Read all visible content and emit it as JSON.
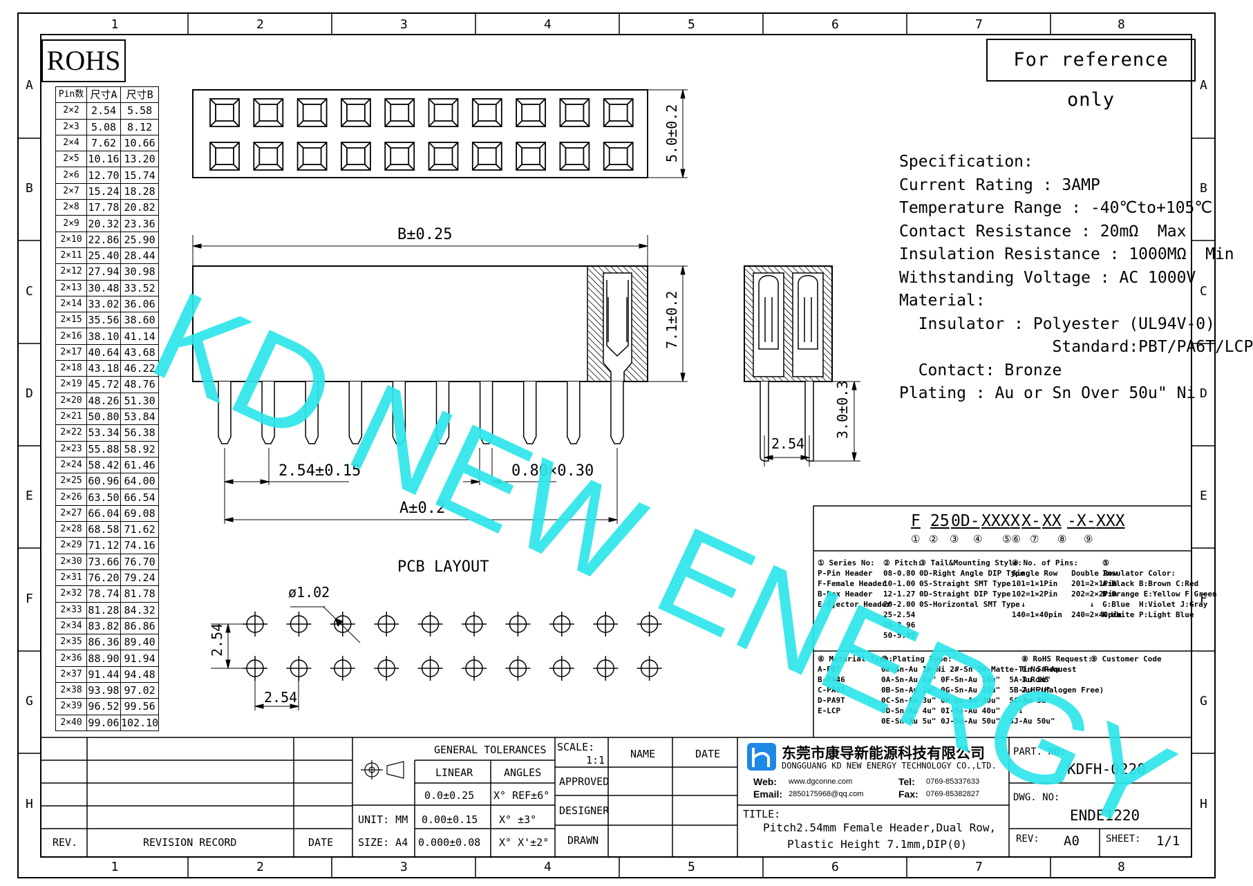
{
  "border": {
    "columns": [
      "1",
      "2",
      "3",
      "4",
      "5",
      "6",
      "7",
      "8"
    ],
    "rows": [
      "A",
      "B",
      "C",
      "D",
      "E",
      "F",
      "G",
      "H"
    ]
  },
  "rohs_label": "ROHS",
  "reference_note": "For reference only",
  "watermark": "KD NEW ENERGY",
  "pin_table": {
    "headers": [
      "Pin数",
      "尺寸A",
      "尺寸B"
    ],
    "rows": [
      [
        "2×2",
        "2.54",
        "5.58"
      ],
      [
        "2×3",
        "5.08",
        "8.12"
      ],
      [
        "2×4",
        "7.62",
        "10.66"
      ],
      [
        "2×5",
        "10.16",
        "13.20"
      ],
      [
        "2×6",
        "12.70",
        "15.74"
      ],
      [
        "2×7",
        "15.24",
        "18.28"
      ],
      [
        "2×8",
        "17.78",
        "20.82"
      ],
      [
        "2×9",
        "20.32",
        "23.36"
      ],
      [
        "2×10",
        "22.86",
        "25.90"
      ],
      [
        "2×11",
        "25.40",
        "28.44"
      ],
      [
        "2×12",
        "27.94",
        "30.98"
      ],
      [
        "2×13",
        "30.48",
        "33.52"
      ],
      [
        "2×14",
        "33.02",
        "36.06"
      ],
      [
        "2×15",
        "35.56",
        "38.60"
      ],
      [
        "2×16",
        "38.10",
        "41.14"
      ],
      [
        "2×17",
        "40.64",
        "43.68"
      ],
      [
        "2×18",
        "43.18",
        "46.22"
      ],
      [
        "2×19",
        "45.72",
        "48.76"
      ],
      [
        "2×20",
        "48.26",
        "51.30"
      ],
      [
        "2×21",
        "50.80",
        "53.84"
      ],
      [
        "2×22",
        "53.34",
        "56.38"
      ],
      [
        "2×23",
        "55.88",
        "58.92"
      ],
      [
        "2×24",
        "58.42",
        "61.46"
      ],
      [
        "2×25",
        "60.96",
        "64.00"
      ],
      [
        "2×26",
        "63.50",
        "66.54"
      ],
      [
        "2×27",
        "66.04",
        "69.08"
      ],
      [
        "2×28",
        "68.58",
        "71.62"
      ],
      [
        "2×29",
        "71.12",
        "74.16"
      ],
      [
        "2×30",
        "73.66",
        "76.70"
      ],
      [
        "2×31",
        "76.20",
        "79.24"
      ],
      [
        "2×32",
        "78.74",
        "81.78"
      ],
      [
        "2×33",
        "81.28",
        "84.32"
      ],
      [
        "2×34",
        "83.82",
        "86.86"
      ],
      [
        "2×35",
        "86.36",
        "89.40"
      ],
      [
        "2×36",
        "88.90",
        "91.94"
      ],
      [
        "2×37",
        "91.44",
        "94.48"
      ],
      [
        "2×38",
        "93.98",
        "97.02"
      ],
      [
        "2×39",
        "96.52",
        "99.56"
      ],
      [
        "2×40",
        "99.06",
        "102.10"
      ]
    ]
  },
  "dimensions": {
    "top_height": "5.0±0.2",
    "b_length": "B±0.25",
    "plastic_height": "7.1±0.2",
    "pitch": "2.54±0.15",
    "pin_size": "0.80×0.30",
    "a_length": "A±0.2",
    "side_pitch": "2.54",
    "tail_length": "3.0±0.3",
    "pcb_title": "PCB LAYOUT",
    "hole_dia": "ø1.02",
    "pcb_row_pitch": "2.54",
    "pcb_col_pitch": "2.54"
  },
  "specification": {
    "lines": [
      "Specification:",
      "Current Rating : 3AMP",
      "Temperature Range : -40℃to+105℃",
      "Contact Resistance : 20mΩ  Max",
      "Insulation Resistance : 1000MΩ  Min",
      "Withstanding Voltage : AC 1000V",
      "Material:",
      "  Insulator : Polyester (UL94V-0)",
      "                Standard:PBT/PA6T/LCP",
      "  Contact: Bronze",
      "Plating : Au or Sn Over 50u\" Ni"
    ]
  },
  "part_code": {
    "segments": [
      "F",
      "25",
      "0D-",
      "XXX",
      "X",
      "X-",
      "XX",
      "-X-",
      "XXX"
    ],
    "circled": [
      "①",
      "②",
      "③",
      "④",
      "⑤⑥",
      "⑦",
      "⑧",
      "⑨"
    ]
  },
  "legend": {
    "series": "① Series No:\nP-Pin Header\nF-Female Header\nB-Box Header\nE-Ejector Header",
    "pitch": "② Pitch:\n08-0.80\n10-1.00\n12-1.27\n20-2.00\n25-2.54\n39-3.96\n50-5.08",
    "tail": "③ Tail&Mounting Style:\n0D-Right Angle DIP Type\n0S-Straight SMT Type\n0D-Straight DIP Type\n0S-Horizontal SMT Type",
    "pins": "④ No. of Pins:\nSingle Row   Double Row\n101=1×1Pin   201=2×1Pin\n102=1×2Pin   202=2×2Pin\n  ↓              ↓\n140=1×40pin  240=2×40pin",
    "color": "⑤\nInsulator Color:\nA:Black B:Brown C:Red\nD:Orange E:Yellow F:Green\nG:Blue  H:Violet J:Gray\nK:White P:Light Blue",
    "material": "⑥ Material Type:\nA-PBT\nB-PA46\nC-PA6T\nD-PA9T\nE-LCP",
    "plating": "⑦ Plating Type:\n0#-Sn-Au 1#-Ni 2#-Sn 3#-Matte-Tin 5#-Au\n0A-Sn-Au 1u\" 0F-Sn-Au 10u\"  5A-Au 1u\"\n0B-Sn-Au 2u\" 0G-Sn-Au 15u\"  5B-Au 2u\"\n0C-Sn-Au 3u\" 0H-Sn-Au 30u\"  5C-Au 3u\"\n0D-Sn-Au 4u\" 0I-Sn-Au 40u\"    ↓\n0E-Sn-Au 5u\" 0J-Sn-Au 50u\"  5J-Au 50u\"",
    "rohs": "⑧ RoHS Request:\n0:No Request\n1:RoHS\n2:HF(Halogen Free)",
    "customer": "⑨ Customer Code"
  },
  "title_block": {
    "general_tolerances": "GENERAL TOLERANCES",
    "linear": "LINEAR",
    "angles": "ANGLES",
    "tol_rows": [
      [
        "0.0±0.25",
        "X° REF±6°"
      ],
      [
        "0.00±0.15",
        "X° ±3°"
      ],
      [
        "0.000±0.08",
        "X° X'±2°"
      ]
    ],
    "unit": "UNIT: MM",
    "size": "SIZE: A4",
    "scale_label": "SCALE:",
    "scale_value": "1:1",
    "name": "NAME",
    "date": "DATE",
    "approved": "APPROVED",
    "designer": "DESIGNER",
    "drawn": "DRAWN",
    "rev": "REV.",
    "revision_record": "REVISION RECORD",
    "rev_date": "DATE",
    "company_cn": "东莞市康导新能源科技有限公司",
    "company_en": "DONGGUANG KD NEW ENERGY TECHNOLOGY CO.,LTD.",
    "web_label": "Web:",
    "web": "www.dgconne.com",
    "email_label": "Email:",
    "email": "2850175968@qq.com",
    "tel_label": "Tel:",
    "tel": "0769-85337633",
    "fax_label": "Fax:",
    "fax": "0769-85382827",
    "title_label": "TITLE:",
    "title_line1": "Pitch2.54mm Female Header,Dual Row,",
    "title_line2": "Plastic Height 7.1mm,DIP(0)",
    "part_no_label": "PART. NO:",
    "part_no": "KDFH-0220",
    "dwg_no_label": "DWG. NO:",
    "dwg_no": "ENDE1220",
    "rev_label": "REV:",
    "rev_value": "A0",
    "sheet_label": "SHEET:",
    "sheet_value": "1/1"
  }
}
